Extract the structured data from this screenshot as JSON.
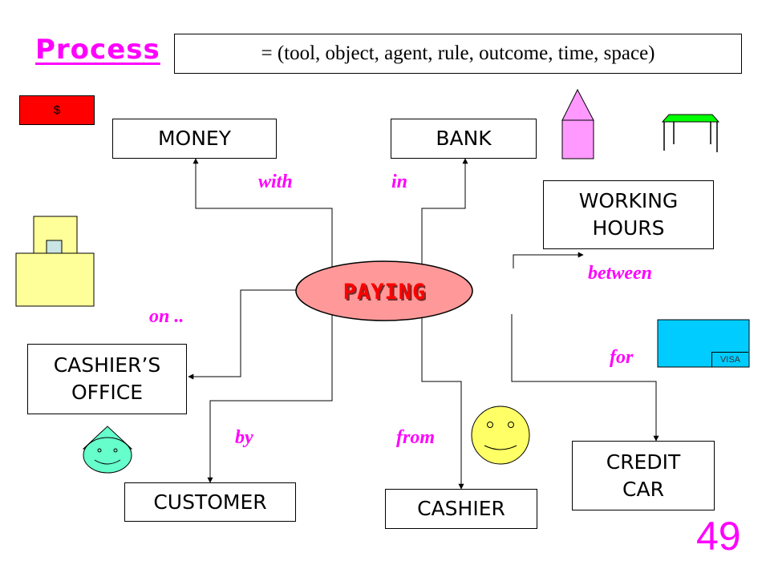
{
  "title": "Process",
  "formula": "= (tool, object, agent, rule, outcome, time, space)",
  "center": "PAYING",
  "nodes": {
    "money": "MONEY",
    "bank": "BANK",
    "working_hours": "WORKING\nHOURS",
    "cashiers_office": "CASHIER’S\nOFFICE",
    "customer": "CUSTOMER",
    "cashier": "CASHIER",
    "credit_card": "CREDIT\nCAR"
  },
  "relations": {
    "with": "with",
    "in": "in",
    "between": "between",
    "on": "on ..",
    "for": "for",
    "by": "by",
    "from": "from"
  },
  "icons": {
    "dollar_label": "$",
    "visa_label": "VISA",
    "dollar_color": "#ff0000",
    "building_color": "#ff99ff",
    "table_top_color": "#00ff00",
    "office_color": "#ffff99",
    "office_window_color": "#c8e4e4",
    "customer_face_color": "#66ffcc",
    "cashier_face_color": "#ffff66",
    "card_color": "#00ccff"
  },
  "page_number": "49",
  "colors": {
    "accent": "#ff00ff",
    "center_fill": "#ff9999",
    "center_text": "#ff0000"
  }
}
